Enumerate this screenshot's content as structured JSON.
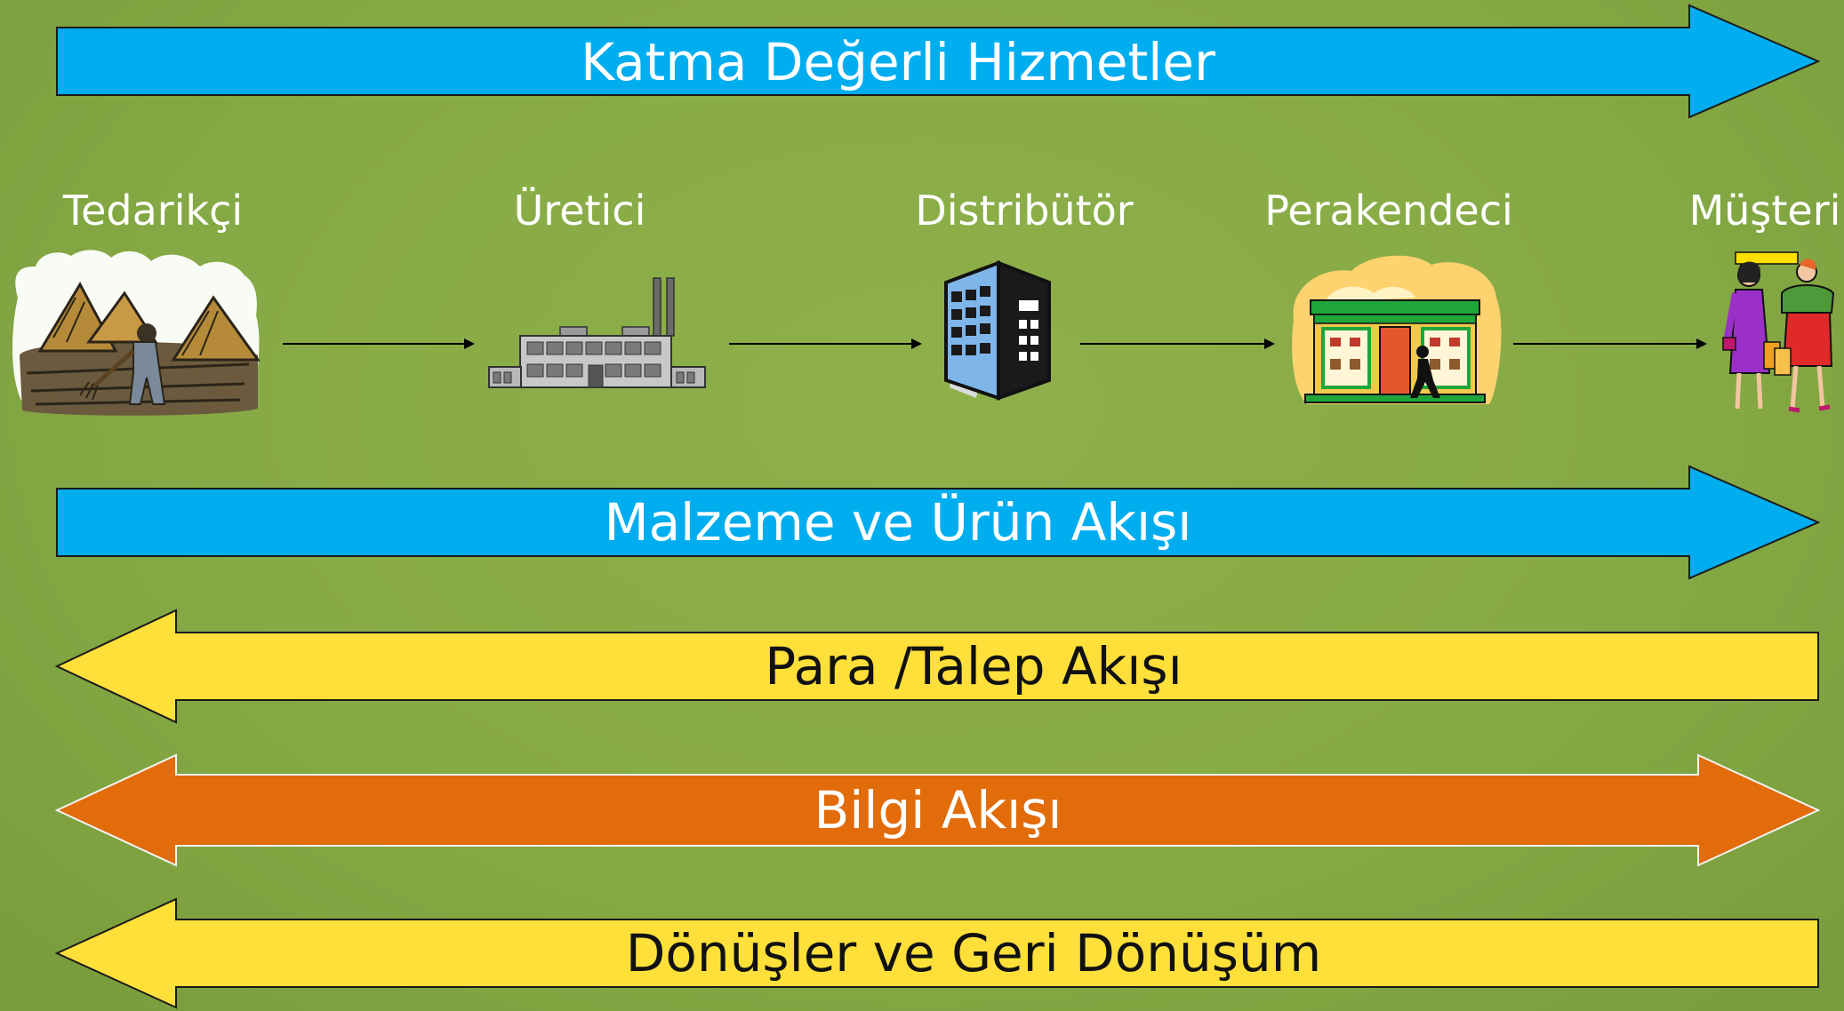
{
  "colors": {
    "background": "#87aa45",
    "arrow_blue": "#00adef",
    "arrow_yellow": "#ffe03a",
    "arrow_orange": "#e26b0a"
  },
  "top_arrow": {
    "label": "Katma Değerli Hizmetler"
  },
  "nodes": [
    {
      "label": "Tedarikçi",
      "icon": "farmer-icon"
    },
    {
      "label": "Üretici",
      "icon": "factory-icon"
    },
    {
      "label": "Distribütör",
      "icon": "office-building-icon"
    },
    {
      "label": "Perakendeci",
      "icon": "store-icon"
    },
    {
      "label": "Müşteri",
      "icon": "shoppers-icon"
    }
  ],
  "flows": [
    {
      "label": "Malzeme ve Ürün Akışı",
      "direction": "right"
    },
    {
      "label": "Para /Talep Akışı",
      "direction": "left"
    },
    {
      "label": "Bilgi Akışı",
      "direction": "both"
    },
    {
      "label": "Dönüşler ve Geri Dönüşüm",
      "direction": "left"
    }
  ]
}
